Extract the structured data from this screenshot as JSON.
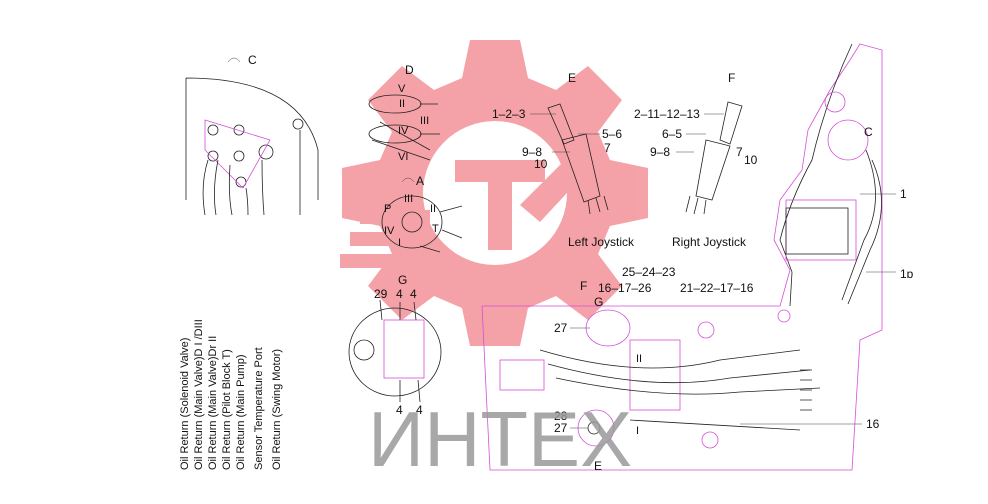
{
  "views": {
    "C": "C",
    "D": "D",
    "A": "A",
    "E": "E",
    "F": "F",
    "G": "G",
    "F2": "F",
    "G2": "G",
    "E2": "E",
    "C2": "C"
  },
  "joysticks": {
    "left_label": "Left Joystick",
    "right_label": "Right Joystick",
    "left_callouts": {
      "top": "1–2–3",
      "mid": "5–6",
      "lower": "9–8",
      "lower_right": "7",
      "bottom": "10"
    },
    "right_callouts": {
      "top": "2–11–12–13",
      "mid": "6–5",
      "lower": "9–8",
      "lower_right": "7",
      "bottom": "10"
    }
  },
  "view_d_marks": [
    "V",
    "II",
    "IV",
    "VI",
    "III"
  ],
  "view_a_marks": [
    "P",
    "III",
    "II",
    "IV",
    "T",
    "I"
  ],
  "view_g_callouts": {
    "top_left": "29",
    "top_mid": "4",
    "top_right": "4",
    "bottom_left": "4",
    "bottom_right": "4"
  },
  "main_callouts": {
    "top_row": "25–24–23",
    "left_row": "16–17–26",
    "right_row": "21–22–17–16",
    "c27_top": "27",
    "c28": "28",
    "c27_bottom": "27",
    "c16_right": "16",
    "c1": "1",
    "c15": "1ɒ",
    "mark_II": "II",
    "mark_I": "I"
  },
  "legend": [
    "Oil Return (Solenoid Valve)",
    "Oil Return (Main Valve)D I /DIII",
    "Oil Return (Main Valve)Dr II",
    "Oil Return (Pilot Block T)",
    "Oil Return (Main Pump)",
    "Sensor Temperature Port",
    "Oil Return (Swing Motor)"
  ],
  "watermark": {
    "text": "ИНТЕХ"
  },
  "colors": {
    "magenta": "#d64fd6",
    "watermark_red": "#ee6a72",
    "watermark_gray": "#9a9a9a",
    "ink": "#222222"
  }
}
